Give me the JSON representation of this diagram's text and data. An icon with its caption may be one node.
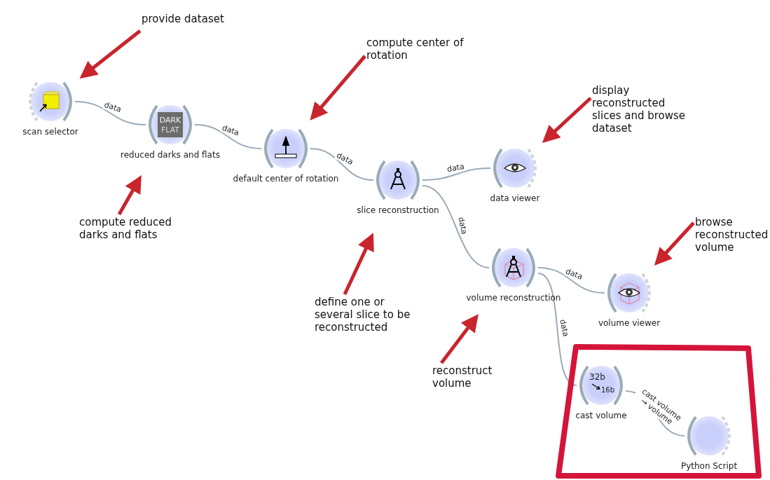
{
  "diagram": {
    "nodes": [
      {
        "text": [
          "scan selector"
        ]
      },
      {
        "text": [
          "reduced darks and flats"
        ]
      },
      {
        "text": [
          "default center of rotation"
        ]
      },
      {
        "text": [
          "slice reconstruction"
        ]
      },
      {
        "text": [
          "data viewer"
        ]
      },
      {
        "text": [
          "volume reconstruction"
        ]
      },
      {
        "text": [
          "volume viewer"
        ]
      },
      {
        "text": [],
        "shape": "box"
      },
      {
        "text": [
          "cast volume"
        ],
        "in": 7
      },
      {
        "text": [
          "Python Script"
        ],
        "in": 7
      },
      {
        "text": [
          "provide dataset"
        ]
      },
      {
        "text": [
          "compute reduced darks and flats"
        ]
      },
      {
        "text": [
          "compute center of rotation"
        ]
      },
      {
        "text": [
          "display reconstructed slices and browse dataset"
        ]
      },
      {
        "text": [
          "define one or several slice to be reconstructed"
        ]
      },
      {
        "text": [
          "browse reconstructed volume"
        ]
      },
      {
        "text": [
          "reconstruct volume"
        ]
      }
    ],
    "edges": [
      {
        "from": 0,
        "to": 1,
        "arrow": "none",
        "label": "data"
      },
      {
        "from": 1,
        "to": 2,
        "arrow": "none",
        "label": "data"
      },
      {
        "from": 2,
        "to": 3,
        "arrow": "none",
        "label": "data"
      },
      {
        "from": 3,
        "to": 4,
        "arrow": "none",
        "label": "data"
      },
      {
        "from": 3,
        "to": 5,
        "arrow": "none",
        "label": "data"
      },
      {
        "from": 5,
        "to": 6,
        "arrow": "none",
        "label": "data"
      },
      {
        "from": 5,
        "to": 8,
        "arrow": "none",
        "label": "data"
      },
      {
        "from": 8,
        "to": 9,
        "arrow": "none",
        "label": "cast volume → volume"
      },
      {
        "from": 10,
        "to": 0,
        "arrow": "to",
        "style": "thick",
        "color": "#c8252d"
      },
      {
        "from": 11,
        "to": 1,
        "arrow": "to",
        "style": "thick",
        "color": "#c8252d"
      },
      {
        "from": 12,
        "to": 2,
        "arrow": "to",
        "style": "thick",
        "color": "#c8252d"
      },
      {
        "from": 13,
        "to": 4,
        "arrow": "to",
        "style": "thick",
        "color": "#c8252d"
      },
      {
        "from": 14,
        "to": 3,
        "arrow": "to",
        "style": "thick",
        "color": "#c8252d"
      },
      {
        "from": 15,
        "to": 6,
        "arrow": "to",
        "style": "thick",
        "color": "#c8252d"
      },
      {
        "from": 16,
        "to": 5,
        "arrow": "to",
        "style": "thick",
        "color": "#c8252d"
      }
    ],
    "labels": [
      "DARK",
      "FLAT",
      "32b",
      "16b"
    ]
  }
}
